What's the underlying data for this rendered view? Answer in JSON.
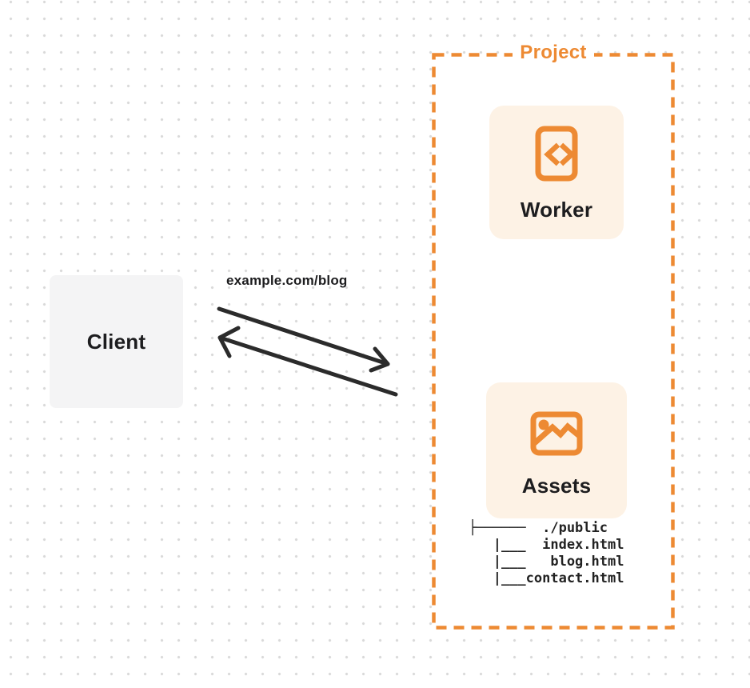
{
  "client": {
    "label": "Client"
  },
  "request": {
    "label": "example.com/blog"
  },
  "project": {
    "title": "Project",
    "worker": {
      "label": "Worker",
      "icon": "code-file-icon"
    },
    "assets": {
      "label": "Assets",
      "icon": "image-icon",
      "file_tree": "├──────  ./public\n   |___  index.html\n   |___   blog.html\n   |___contact.html"
    }
  },
  "colors": {
    "accent_orange": "#ed8a33",
    "card_background": "#fdf2e5",
    "client_background": "#f4f4f5",
    "project_fill": "#ffffff",
    "arrow": "#2b2b2b",
    "text_dark": "#1d1d1f",
    "dot_grid": "#d9d9d9"
  }
}
